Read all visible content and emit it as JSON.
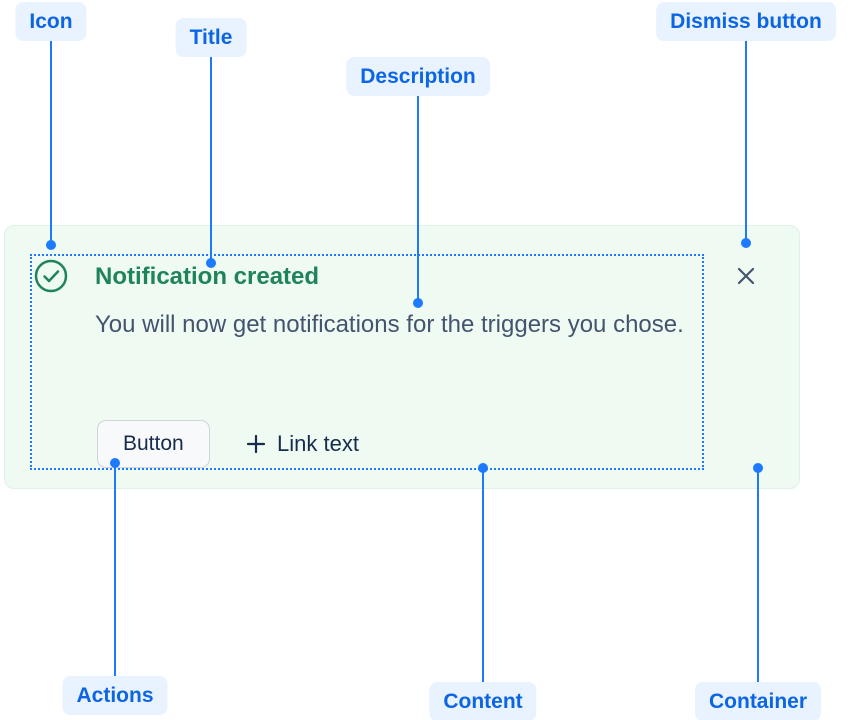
{
  "annotations": {
    "icon": {
      "label": "Icon"
    },
    "title": {
      "label": "Title"
    },
    "description": {
      "label": "Description"
    },
    "dismiss": {
      "label": "Dismiss button"
    },
    "actions": {
      "label": "Actions"
    },
    "content": {
      "label": "Content"
    },
    "container": {
      "label": "Container"
    }
  },
  "notification": {
    "title": "Notification created",
    "description": "You will now get notifications for the triggers you chose.",
    "actions": {
      "button_label": "Button",
      "link_label": "Link text"
    },
    "icons": {
      "status": "success-check-icon",
      "dismiss": "close-icon",
      "link_prefix": "plus-icon"
    }
  },
  "colors": {
    "annotation_text": "#0c66e4",
    "annotation_pill_bg": "#e9f2ff",
    "connector_blue": "#1d7afc",
    "success_green": "#1f845a",
    "card_bg": "#eefaf2",
    "body_text": "#44546f",
    "action_text": "#172b4d"
  }
}
